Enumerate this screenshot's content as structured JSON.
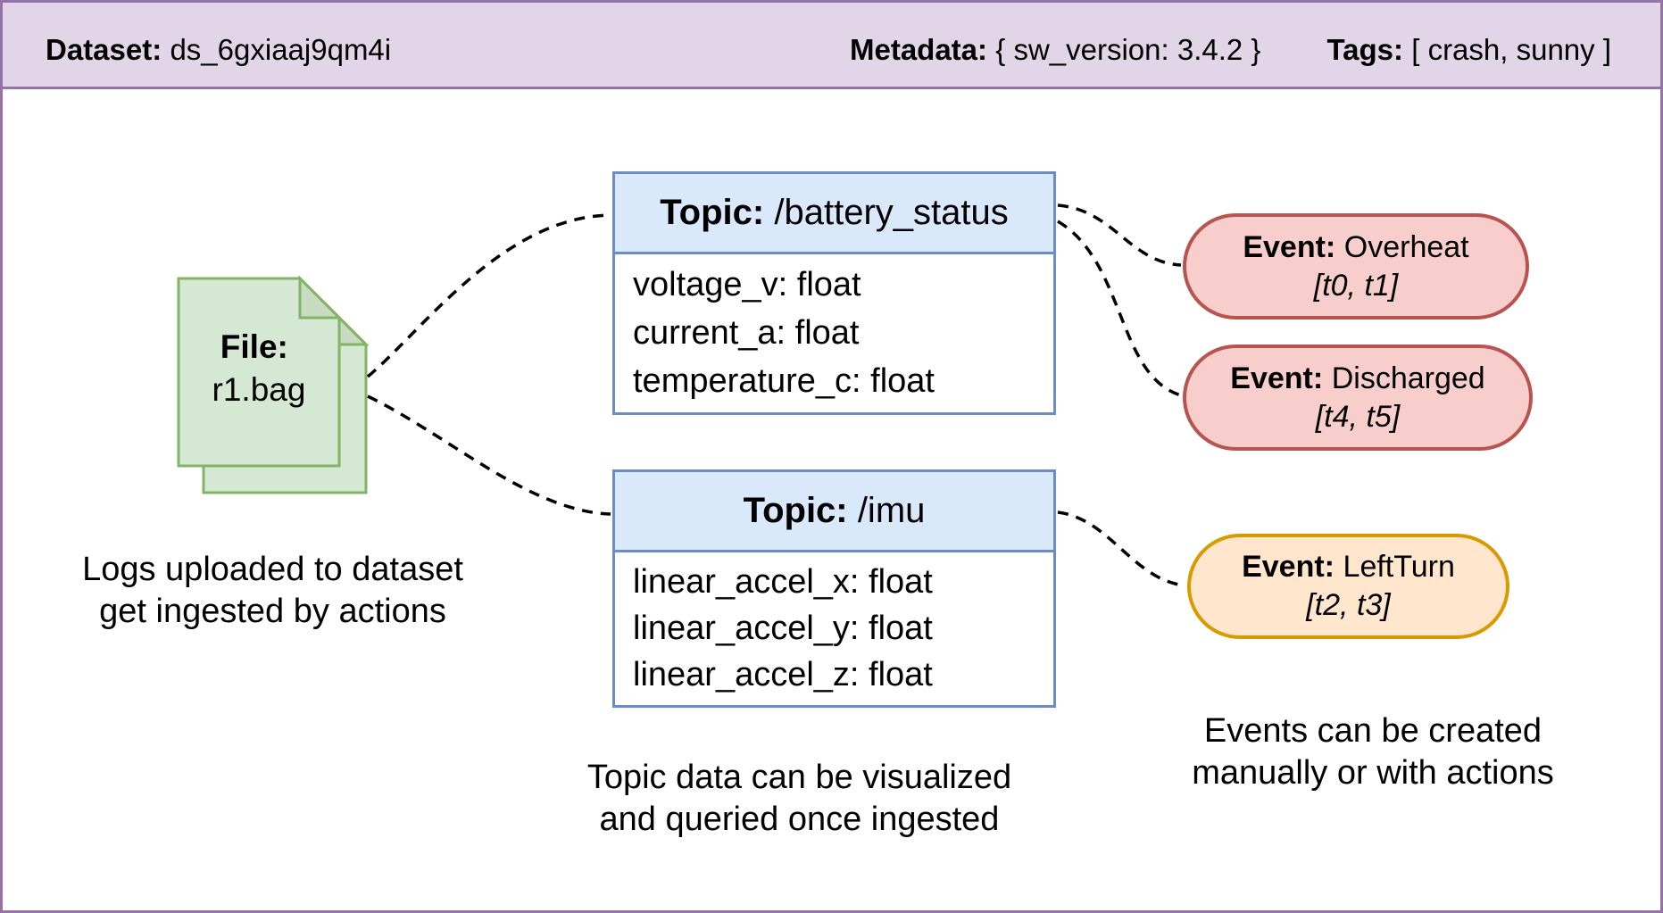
{
  "header": {
    "dataset_label": "Dataset:",
    "dataset_value": "ds_6gxiaaj9qm4i",
    "metadata_label": "Metadata:",
    "metadata_value": "{ sw_version: 3.4.2 }",
    "tags_label": "Tags:",
    "tags_value": "[ crash, sunny ]"
  },
  "file": {
    "label": "File:",
    "name": "r1.bag"
  },
  "topics": [
    {
      "label": "Topic:",
      "name": "/battery_status",
      "fields": [
        "voltage_v: float",
        "current_a: float",
        "temperature_c: float"
      ]
    },
    {
      "label": "Topic:",
      "name": "/imu",
      "fields": [
        "linear_accel_x: float",
        "linear_accel_y: float",
        "linear_accel_z: float"
      ]
    }
  ],
  "events": [
    {
      "label": "Event:",
      "name": "Overheat",
      "interval": "[t0, t1]",
      "color": "red"
    },
    {
      "label": "Event:",
      "name": "Discharged",
      "interval": "[t4, t5]",
      "color": "red"
    },
    {
      "label": "Event:",
      "name": "LeftTurn",
      "interval": "[t2, t3]",
      "color": "orange"
    }
  ],
  "captions": {
    "file": {
      "line1": "Logs uploaded to dataset",
      "line2": "get ingested by actions"
    },
    "topics": {
      "line1": "Topic data can be visualized",
      "line2": "and queried once ingested"
    },
    "events": {
      "line1": "Events can be created",
      "line2": "manually or with actions"
    }
  },
  "colors": {
    "header_bg": "#e1d5e7",
    "header_border": "#9673a6",
    "file_fill": "#d5e8d4",
    "file_fold": "#c8dcc2",
    "file_stroke": "#82b366",
    "topic_header_bg": "#dae8fc",
    "topic_border": "#6c8ebf",
    "event_red_bg": "#f8cecc",
    "event_red_border": "#b85450",
    "event_orange_bg": "#ffe6cc",
    "event_orange_border": "#d79b00",
    "connector": "#000000"
  }
}
